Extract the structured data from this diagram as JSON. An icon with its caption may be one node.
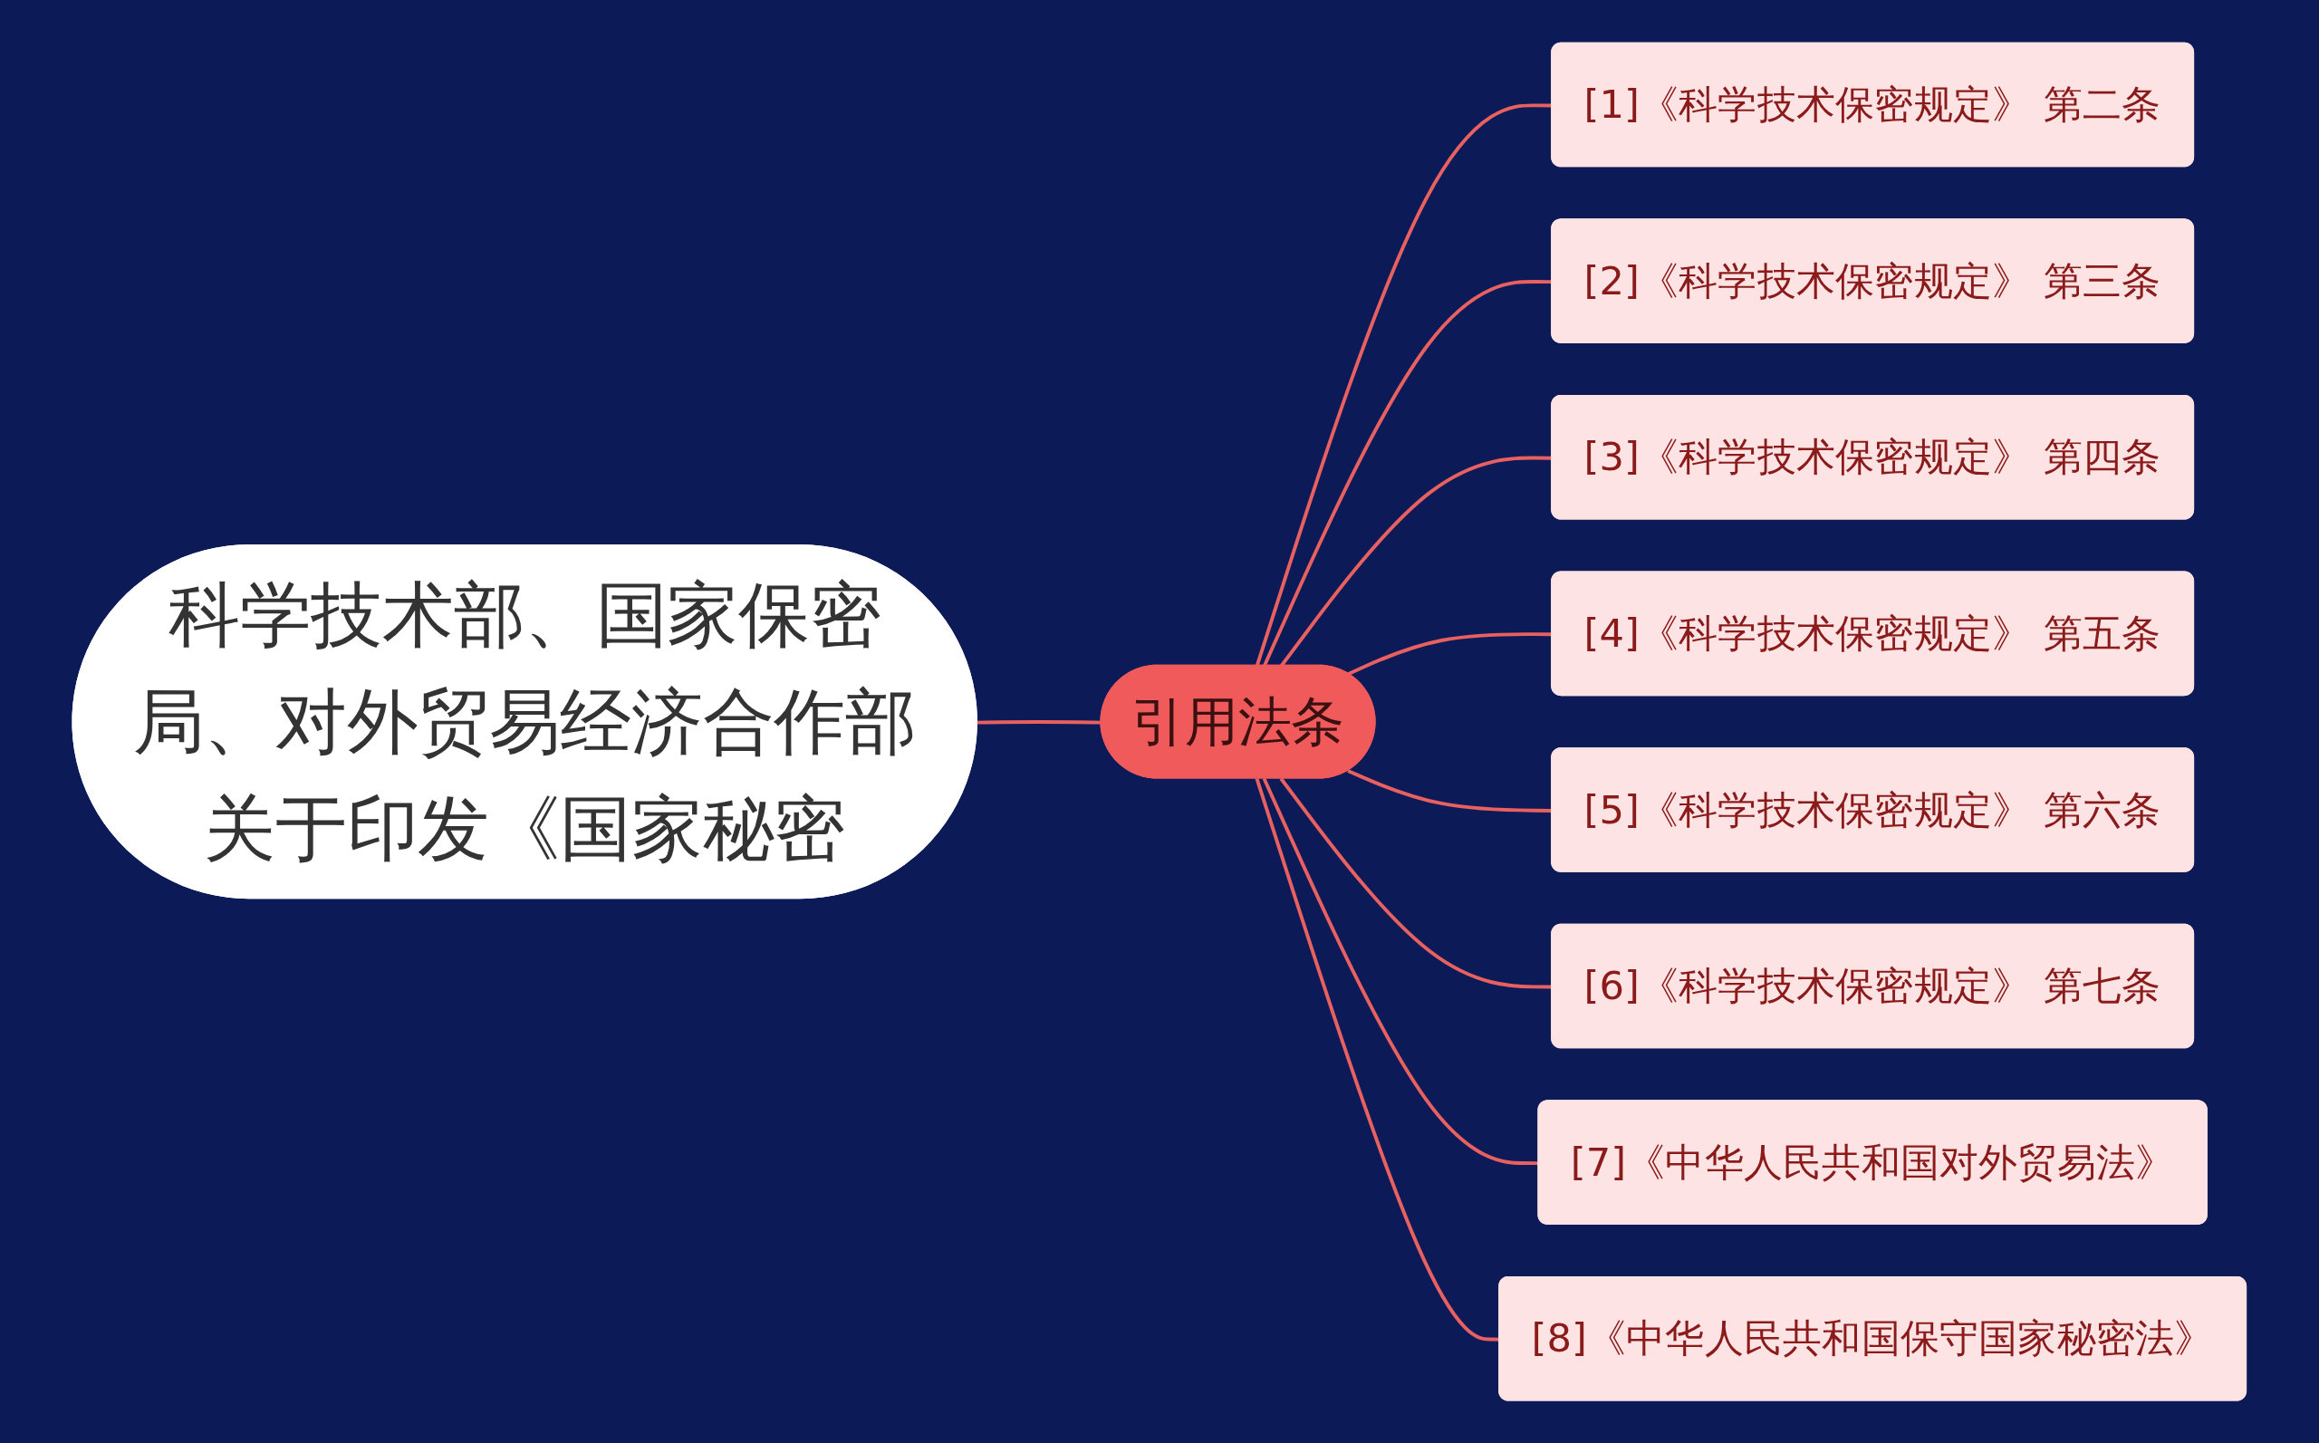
{
  "diagram": {
    "nodes": [
      {
        "text": [
          "科学技术部、国家保密局、对外贸易经济合作部关于印发《国家秘密"
        ]
      },
      {
        "text": [
          "引用法条"
        ]
      },
      {
        "text": [
          "[1]《科学技术保密规定》 第二条"
        ]
      },
      {
        "text": [
          "[2]《科学技术保密规定》 第三条"
        ]
      },
      {
        "text": [
          "[3]《科学技术保密规定》 第四条"
        ]
      },
      {
        "text": [
          "[4]《科学技术保密规定》 第五条"
        ]
      },
      {
        "text": [
          "[5]《科学技术保密规定》 第六条"
        ]
      },
      {
        "text": [
          "[6]《科学技术保密规定》 第七条"
        ]
      },
      {
        "text": [
          "[7]《中华人民共和国对外贸易法》"
        ]
      },
      {
        "text": [
          "[8]《中华人民共和国保守国家秘密法》"
        ]
      }
    ],
    "edges": [
      {
        "from": 0,
        "to": 1,
        "arrow": "none"
      },
      {
        "from": 1,
        "to": 2,
        "arrow": "none"
      },
      {
        "from": 1,
        "to": 3,
        "arrow": "none"
      },
      {
        "from": 1,
        "to": 4,
        "arrow": "none"
      },
      {
        "from": 1,
        "to": 5,
        "arrow": "none"
      },
      {
        "from": 1,
        "to": 6,
        "arrow": "none"
      },
      {
        "from": 1,
        "to": 7,
        "arrow": "none"
      },
      {
        "from": 1,
        "to": 8,
        "arrow": "none"
      },
      {
        "from": 1,
        "to": 9,
        "arrow": "none"
      }
    ]
  }
}
